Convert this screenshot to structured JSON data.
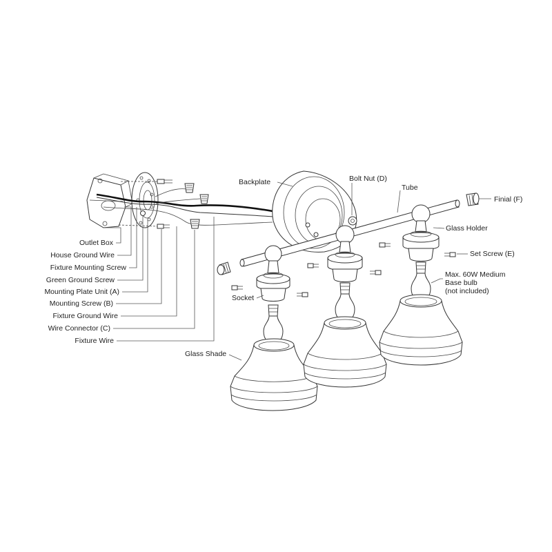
{
  "labels": {
    "backplate": "Backplate",
    "bolt_nut": "Bolt Nut (D)",
    "tube": "Tube",
    "finial": "Finial (F)",
    "glass_holder": "Glass Holder",
    "set_screw": "Set Screw (E)",
    "bulb_line1": "Max. 60W Medium",
    "bulb_line2": "Base bulb",
    "bulb_line3": "(not included)",
    "socket": "Socket",
    "glass_shade": "Glass Shade",
    "outlet_box": "Outlet Box",
    "house_ground_wire": "House Ground Wire",
    "fixture_mounting_screw": "Fixture Mounting Screw",
    "green_ground_screw": "Green Ground Screw",
    "mounting_plate_unit": "Mounting Plate Unit (A)",
    "mounting_screw": "Mounting Screw (B)",
    "fixture_ground_wire": "Fixture Ground Wire",
    "wire_connector": "Wire Connector (C)",
    "fixture_wire": "Fixture Wire"
  }
}
